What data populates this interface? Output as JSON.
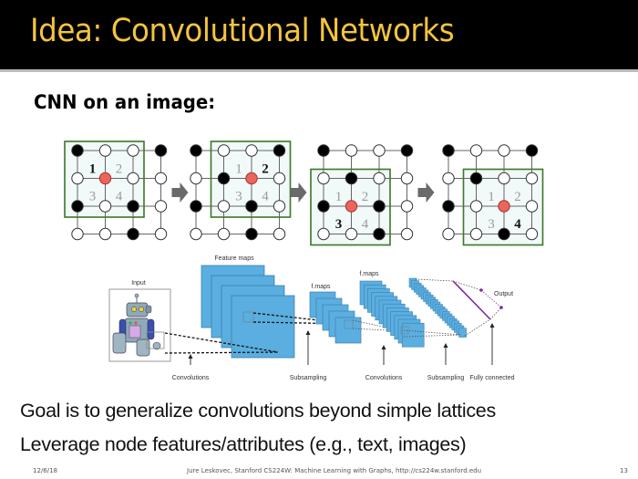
{
  "slide": {
    "title": "Idea: Convolutional Networks",
    "subtitle": "CNN on an image:",
    "bullets": [
      "Goal is to generalize convolutions beyond simple lattices",
      "Leverage node features/attributes (e.g., text, images)"
    ],
    "footer": {
      "date": "12/6/18",
      "center": "Jure Leskovec, Stanford CS224W: Machine Learning with Graphs, http://cs224w.stanford.edu",
      "page": "13"
    },
    "colors": {
      "title": "#f3c43f",
      "window_box": "#3d7a2a",
      "center_node": "#e8665a",
      "feature_map": "#5aaee0",
      "output": "#7a2a9a"
    }
  },
  "grid_figure": {
    "panels": [
      {
        "center_label": "1",
        "labels": [
          "1",
          "2",
          "3",
          "4"
        ],
        "active_label": "1",
        "nodes": [
          [
            "B",
            "W",
            "W",
            "B"
          ],
          [
            "W",
            "R",
            "W",
            "W"
          ],
          [
            "B",
            "W",
            "B",
            "W"
          ],
          [
            "W",
            "W",
            "B",
            "W"
          ]
        ],
        "window": {
          "col": 0,
          "row": 0
        }
      },
      {
        "center_label": "2",
        "labels": [
          "1",
          "2",
          "3",
          "4"
        ],
        "active_label": "2",
        "nodes": [
          [
            "B",
            "W",
            "W",
            "B"
          ],
          [
            "W",
            "B",
            "R",
            "W"
          ],
          [
            "B",
            "W",
            "B",
            "W"
          ],
          [
            "W",
            "W",
            "B",
            "W"
          ]
        ],
        "window": {
          "col": 1,
          "row": 0
        }
      },
      {
        "center_label": "3",
        "labels": [
          "1",
          "2",
          "3",
          "4"
        ],
        "active_label": "3",
        "nodes": [
          [
            "B",
            "W",
            "W",
            "B"
          ],
          [
            "W",
            "B",
            "W",
            "W"
          ],
          [
            "B",
            "R",
            "B",
            "W"
          ],
          [
            "W",
            "W",
            "B",
            "W"
          ]
        ],
        "window": {
          "col": 0,
          "row": 1
        }
      },
      {
        "center_label": "4",
        "labels": [
          "1",
          "2",
          "3",
          "4"
        ],
        "active_label": "4",
        "nodes": [
          [
            "B",
            "W",
            "W",
            "B"
          ],
          [
            "W",
            "B",
            "W",
            "W"
          ],
          [
            "B",
            "W",
            "R",
            "W"
          ],
          [
            "W",
            "W",
            "B",
            "W"
          ]
        ],
        "window": {
          "col": 1,
          "row": 1
        }
      }
    ],
    "arrow_icon": "right-arrow-icon"
  },
  "cnn_diagram": {
    "input_label": "Input",
    "feature_maps_label": "Feature maps",
    "fmaps_label_1": "f.maps",
    "fmaps_label_2": "f.maps",
    "output_label": "Output",
    "stages": [
      "Convolutions",
      "Subsampling",
      "Convolutions",
      "Subsampling",
      "Fully connected"
    ]
  }
}
